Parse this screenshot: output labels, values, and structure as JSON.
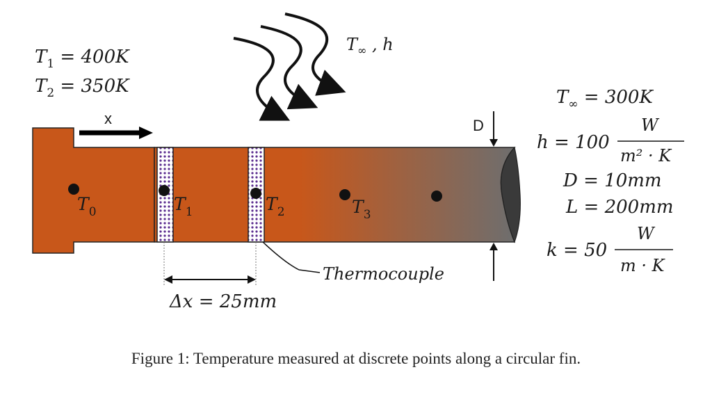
{
  "colors": {
    "base": "#c8571a",
    "fin_end": "#6e6e6e",
    "tip": "#3a3a3a",
    "thermocouple": "#5b2c8f"
  },
  "givens": {
    "t1": {
      "sym": "T",
      "sub": "1",
      "eq": " = 400K"
    },
    "t2": {
      "sym": "T",
      "sub": "2",
      "eq": " = 350K"
    }
  },
  "x_label": "x",
  "ambient_label": {
    "sym": "T",
    "sub": "∞",
    "rest": " , h"
  },
  "d_label": "D",
  "points": {
    "p0": "T",
    "s0": "0",
    "p1": "T",
    "s1": "1",
    "p2": "T",
    "s2": "2",
    "p3": "T",
    "s3": "3"
  },
  "thermocouple_label": "Thermocouple",
  "dx_label": "Δx = 25mm",
  "params": {
    "tinf": {
      "sym": "T",
      "sub": "∞",
      "eq": " = 300K"
    },
    "h": {
      "lhs": "h = 100",
      "num": "W",
      "den": "m² · K"
    },
    "D": "D = 10mm",
    "L": "L = 200mm",
    "k": {
      "lhs": "k = 50",
      "num": "W",
      "den": "m · K"
    }
  },
  "caption": "Figure 1: Temperature measured at discrete points along a circular fin."
}
